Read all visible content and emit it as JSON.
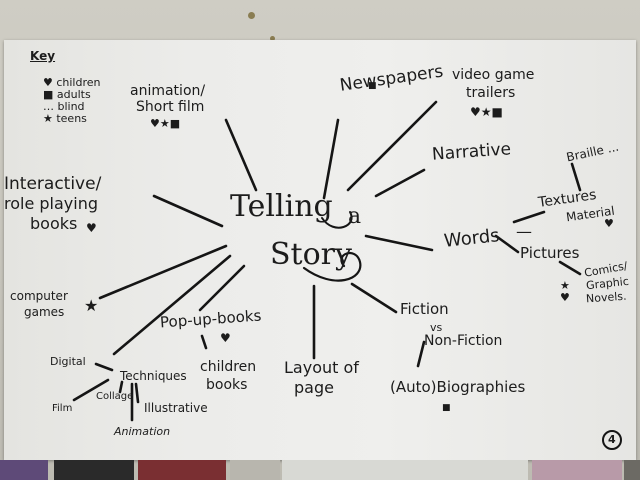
{
  "photo": {
    "wall_color": "#cdcbc2",
    "paper_color": "#ececea",
    "ink_color": "#151515"
  },
  "poster": {
    "center": {
      "line1": "Telling",
      "line1b": "a",
      "line2": "Story"
    },
    "key": {
      "title": "Key",
      "items": [
        "children",
        "adults",
        "blind",
        "teens"
      ]
    },
    "branches": {
      "newspapers": "Newspapers",
      "video_game_l1": "video game",
      "video_game_l2": "trailers",
      "animation_l1": "animation/",
      "animation_l2": "Short film",
      "narrative": "Narrative",
      "braille": "Braille ...",
      "textures": "Textures",
      "material": "Material",
      "words": "Words",
      "pictures": "Pictures",
      "comics_l1": "Comics/",
      "comics_l2": "Graphic",
      "comics_l3": "Novels.",
      "interactive_l1": "Interactive/",
      "interactive_l2": "role playing",
      "interactive_l3": "books",
      "computer_l1": "computer",
      "computer_l2": "games",
      "popup": "Pop-up-books",
      "childrens_l1": "children",
      "childrens_l2": "books",
      "layout_l1": "Layout of",
      "layout_l2": "page",
      "fiction_l1": "Fiction",
      "fiction_l2": "vs",
      "fiction_l3": "Non-Fiction",
      "biographies": "(Auto)Biographies",
      "digital": "Digital",
      "techniques": "Techniques",
      "film": "Film",
      "collage": "Collage",
      "illustrative": "Illustrative",
      "animation_sub": "Animation"
    },
    "page_number": "4"
  }
}
